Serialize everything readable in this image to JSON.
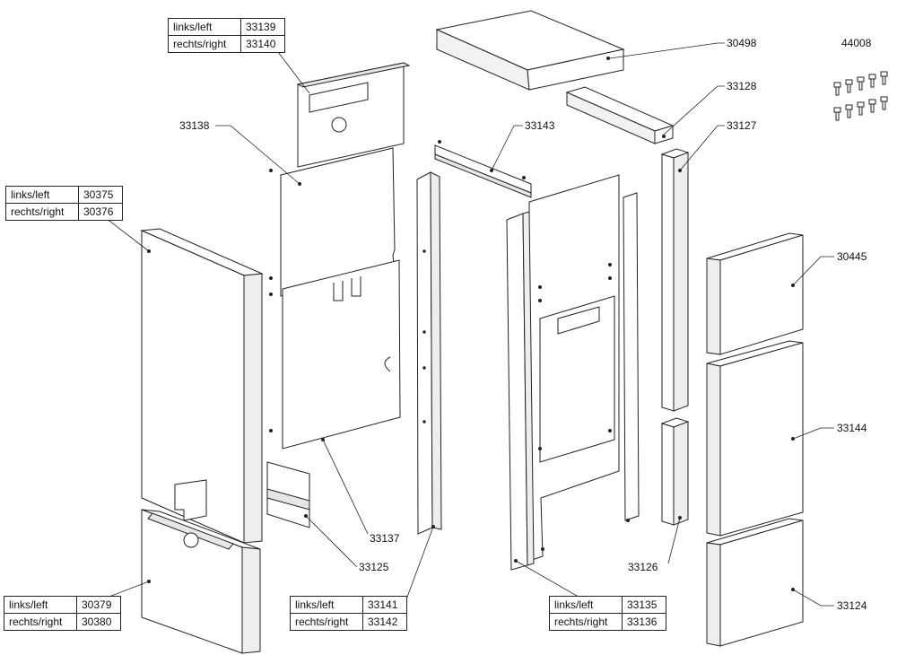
{
  "tables": {
    "t1": {
      "rows": [
        {
          "label": "links/left",
          "part": "33139"
        },
        {
          "label": "rechts/right",
          "part": "33140"
        }
      ]
    },
    "t2": {
      "rows": [
        {
          "label": "links/left",
          "part": "30375"
        },
        {
          "label": "rechts/right",
          "part": "30376"
        }
      ]
    },
    "t3": {
      "rows": [
        {
          "label": "links/left",
          "part": "30379"
        },
        {
          "label": "rechts/right",
          "part": "30380"
        }
      ]
    },
    "t4": {
      "rows": [
        {
          "label": "links/left",
          "part": "33141"
        },
        {
          "label": "rechts/right",
          "part": "33142"
        }
      ]
    },
    "t5": {
      "rows": [
        {
          "label": "links/left",
          "part": "33135"
        },
        {
          "label": "rechts/right",
          "part": "33136"
        }
      ]
    }
  },
  "labels": {
    "p30498": "30498",
    "p44008": "44008",
    "p33128": "33128",
    "p33143": "33143",
    "p33127": "33127",
    "p33138": "33138",
    "p30445": "30445",
    "p33144": "33144",
    "p33137": "33137",
    "p33125": "33125",
    "p33126": "33126",
    "p33124": "33124"
  },
  "colors": {
    "line": "#222222",
    "fill": "#ffffff",
    "shade": "#d9d9d9"
  }
}
